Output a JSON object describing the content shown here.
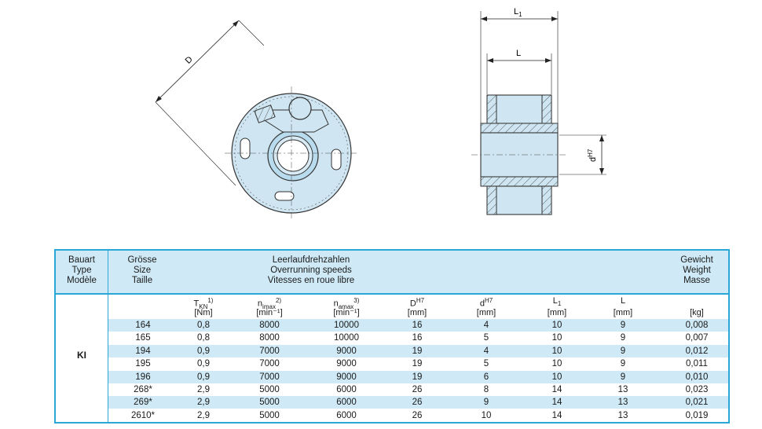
{
  "drawing": {
    "label_D": "D",
    "label_L1": "L",
    "label_L1_sub": "1",
    "label_L": "L",
    "label_d": "d",
    "label_d_sup": "H7"
  },
  "table": {
    "head": {
      "bauart": [
        "Bauart",
        "Type",
        "Modèle"
      ],
      "groesse": [
        "Grösse",
        "Size",
        "Taille"
      ],
      "speeds": [
        "Leerlaufdrehzahlen",
        "Overrunning speeds",
        "Vitesses en roue libre"
      ],
      "gewicht": [
        "Gewicht",
        "Weight",
        "Masse"
      ]
    },
    "params": {
      "tkn": "T",
      "tkn_sub": "KN",
      "tkn_sup": "1)",
      "tkn_unit": "[Nm]",
      "nimax": "n",
      "nimax_sub": "imax",
      "nimax_sup": "2)",
      "nimax_unit": "[min⁻¹]",
      "namax": "n",
      "namax_sub": "amax",
      "namax_sup": "3)",
      "namax_unit": "[min⁻¹]",
      "D": "D",
      "D_sup": "H7",
      "D_unit": "[mm]",
      "d": "d",
      "d_sup": "H7",
      "d_unit": "[mm]",
      "L1": "L",
      "L1_sub": "1",
      "L1_unit": "[mm]",
      "L": "L",
      "L_unit": "[mm]",
      "kg_unit": "[kg]"
    },
    "type": "KI",
    "rows": [
      {
        "size": "164",
        "tkn": "0,8",
        "nimax": "8000",
        "namax": "10000",
        "D": "16",
        "d": "4",
        "L1": "10",
        "L": "9",
        "kg": "0,008"
      },
      {
        "size": "165",
        "tkn": "0,8",
        "nimax": "8000",
        "namax": "10000",
        "D": "16",
        "d": "5",
        "L1": "10",
        "L": "9",
        "kg": "0,007"
      },
      {
        "size": "194",
        "tkn": "0,9",
        "nimax": "7000",
        "namax": "9000",
        "D": "19",
        "d": "4",
        "L1": "10",
        "L": "9",
        "kg": "0,012"
      },
      {
        "size": "195",
        "tkn": "0,9",
        "nimax": "7000",
        "namax": "9000",
        "D": "19",
        "d": "5",
        "L1": "10",
        "L": "9",
        "kg": "0,011"
      },
      {
        "size": "196",
        "tkn": "0,9",
        "nimax": "7000",
        "namax": "9000",
        "D": "19",
        "d": "6",
        "L1": "10",
        "L": "9",
        "kg": "0,010"
      },
      {
        "size": "268*",
        "tkn": "2,9",
        "nimax": "5000",
        "namax": "6000",
        "D": "26",
        "d": "8",
        "L1": "14",
        "L": "13",
        "kg": "0,023"
      },
      {
        "size": "269*",
        "tkn": "2,9",
        "nimax": "5000",
        "namax": "6000",
        "D": "26",
        "d": "9",
        "L1": "14",
        "L": "13",
        "kg": "0,021"
      },
      {
        "size": "2610*",
        "tkn": "2,9",
        "nimax": "5000",
        "namax": "6000",
        "D": "26",
        "d": "10",
        "L1": "14",
        "L": "13",
        "kg": "0,019"
      }
    ]
  }
}
